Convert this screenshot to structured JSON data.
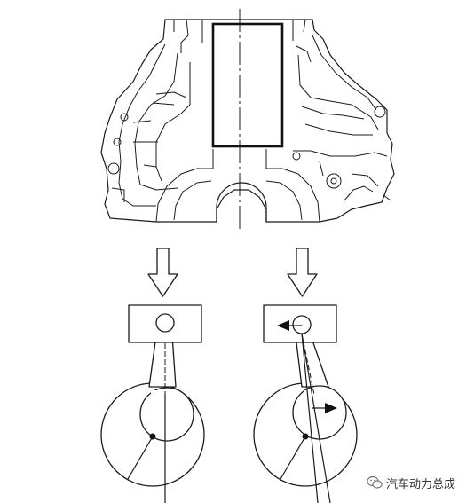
{
  "watermark": {
    "text": "汽车动力总成",
    "icon": "wechat-logo-icon"
  },
  "panels": [
    {
      "name": "normal-piston-connecting-rod",
      "arrow": "down-arrow-icon"
    },
    {
      "name": "offset-piston-connecting-rod",
      "arrow": "down-arrow-icon",
      "markers": [
        "left-arrow-icon",
        "right-arrow-icon"
      ]
    }
  ],
  "colors": {
    "line": "#1a1a1a",
    "background": "#ffffff"
  }
}
